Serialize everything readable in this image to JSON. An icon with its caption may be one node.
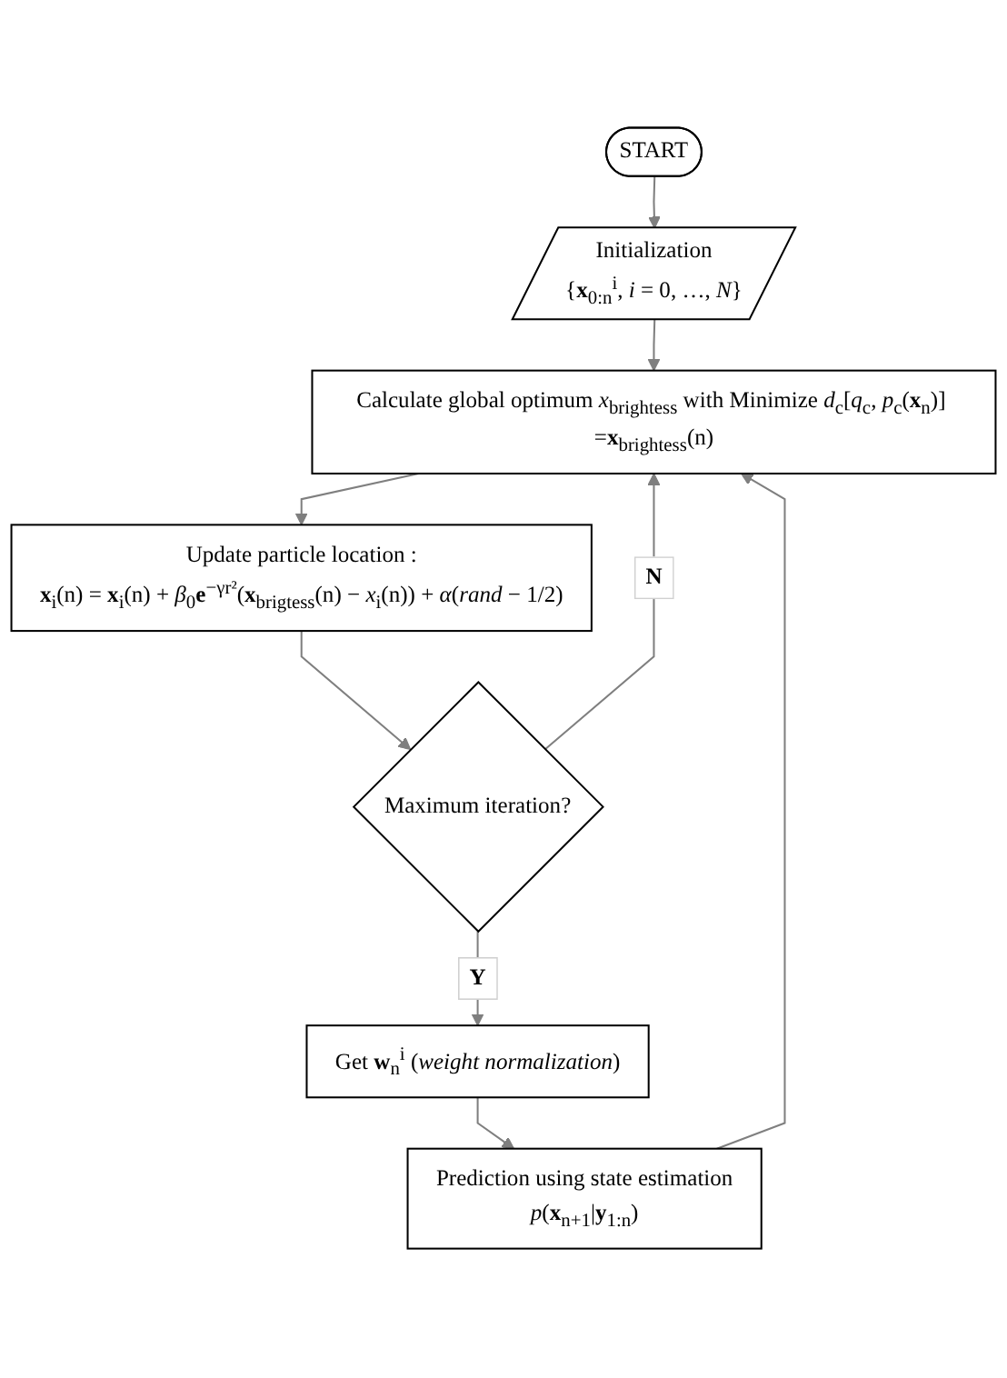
{
  "diagram": {
    "nodes": [
      {
        "text": [
          "START"
        ]
      },
      {
        "text": [
          "Initialization",
          "{**x**$_{0:n}$$^{i}$, *i* = 0, …, *N*}"
        ]
      },
      {
        "text": [
          "Calculate global optimum *x*$_{brightess}$ with Minimize *d*$_{c}$[*q*$_{c}$, *p*$_{c}$(**x**$_{n}$)] =**x**$_{brightess}$(n)"
        ]
      },
      {
        "text": [
          "Update particle location :",
          "**x**$_{i}$(n) = **x**$_{i}$(n) + *β*$_{0}$**e**$^{−γr²}$(**x**$_{brigtess}$(n) − *x*$_{i}$(n)) + *α*(*rand* − 1/2)"
        ]
      },
      {
        "text": [
          "Maximum iteration?"
        ]
      },
      {
        "text": [
          "Get **w**$_{n}$$^{i}$ (*weight normalization*)"
        ]
      },
      {
        "text": [
          "Prediction using state estimation",
          "*p*(**x**$_{n+1}$|**y**$_{1:n}$)"
        ]
      }
    ],
    "edges": [
      {
        "from": 0,
        "to": 1,
        "arrow": "to"
      },
      {
        "from": 1,
        "to": 2,
        "arrow": "to"
      },
      {
        "from": 2,
        "to": 3,
        "arrow": "to"
      },
      {
        "from": 3,
        "to": 4,
        "arrow": "to"
      },
      {
        "from": 4,
        "to": 5,
        "arrow": "to",
        "label": "Y"
      },
      {
        "from": 4,
        "to": 2,
        "arrow": "to",
        "label": "N"
      },
      {
        "from": 5,
        "to": 6,
        "arrow": "to"
      },
      {
        "from": 6,
        "to": 2,
        "arrow": "to"
      }
    ]
  }
}
